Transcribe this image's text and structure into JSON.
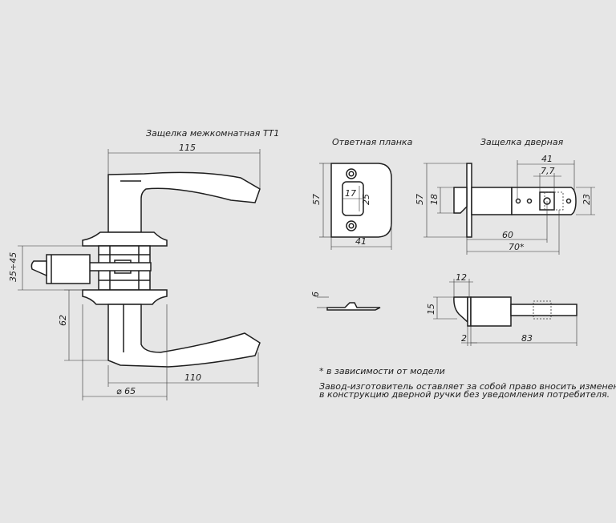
{
  "titles": {
    "latch_interior": "Защелка межкомнатная ТТ1",
    "strike_plate": "Ответная планка",
    "door_latch": "Защелка дверная"
  },
  "dimensions": {
    "handle_top_width": "115",
    "handle_bottom_width": "110",
    "rosette_diameter": "⌀ 65",
    "door_thickness": "35÷45",
    "lever_height": "62",
    "plate_height": "57",
    "plate_inner_width": "17",
    "plate_inner_height": "25",
    "plate_width": "41",
    "latch_face_height": "57",
    "latch_bolt_height": "18",
    "latch_body_width": "41",
    "latch_square": "7,7",
    "latch_body_height": "23",
    "latch_backset": "60",
    "latch_backset_max": "70*",
    "strike_thickness": "6",
    "side_bolt_depth": "12",
    "side_bolt_height": "15",
    "side_face_thickness": "2",
    "side_length": "83"
  },
  "notes": {
    "model_dependent": "* в зависимости от модели",
    "disclaimer_line1": "Завод-изготовитель оставляет за собой право вносить изменения",
    "disclaimer_line2": "в конструкцию дверной ручки без уведомления потребителя."
  },
  "colors": {
    "background": "#e6e6e6",
    "line": "#1e1e1e",
    "part_fill": "#ffffff"
  }
}
